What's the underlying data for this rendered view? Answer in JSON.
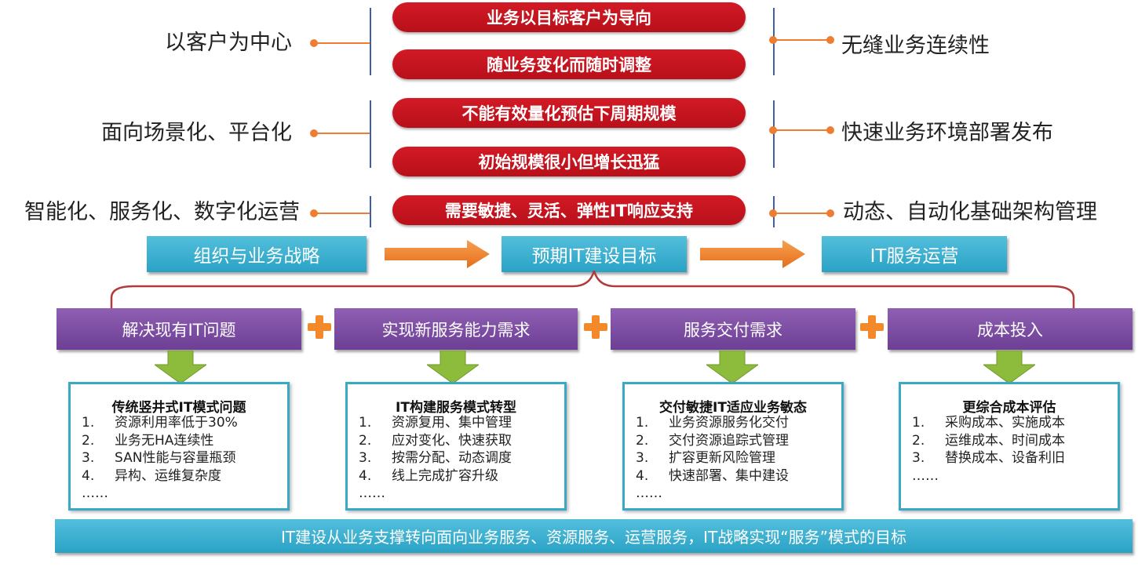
{
  "left_items": [
    "以客户为中心",
    "面向场景化、平台化",
    "智能化、服务化、数字化运营"
  ],
  "center_pills": [
    "业务以目标客户为导向",
    "随业务变化而随时调整",
    "不能有效量化预估下周期规模",
    "初始规模很小但增长迅猛",
    "需要敏捷、灵活、弹性IT响应支持"
  ],
  "right_items": [
    "无缝业务连续性",
    "快速业务环境部署发布",
    "动态、自动化基础架构管理"
  ],
  "flow": {
    "left_box": "组织与业务战略",
    "center_box": "预期IT建设目标",
    "right_box": "IT服务运营"
  },
  "requirements": [
    {
      "label": "解决现有IT问题",
      "card_title": "传统竖井式IT模式问题",
      "items": [
        {
          "num": "1.",
          "text": "资源利用率低于30%"
        },
        {
          "num": "2.",
          "text": "业务无HA连续性"
        },
        {
          "num": "3.",
          "text": "SAN性能与容量瓶颈"
        },
        {
          "num": "4.",
          "text": "异构、运维复杂度"
        }
      ],
      "ellipsis": "……"
    },
    {
      "label": "实现新服务能力需求",
      "card_title": "IT构建服务模式转型",
      "items": [
        {
          "num": "1.",
          "text": "资源复用、集中管理"
        },
        {
          "num": "2.",
          "text": "应对变化、快速获取"
        },
        {
          "num": "3.",
          "text": "按需分配、动态调度"
        },
        {
          "num": "4.",
          "text": "线上完成扩容升级"
        }
      ],
      "ellipsis": "……"
    },
    {
      "label": "服务交付需求",
      "card_title": "交付敏捷IT适应业务敏态",
      "items": [
        {
          "num": "1.",
          "text": "业务资源服务化交付"
        },
        {
          "num": "2.",
          "text": "交付资源追踪式管理"
        },
        {
          "num": "3.",
          "text": "扩容更新风险管理"
        },
        {
          "num": "4.",
          "text": "快速部署、集中建设"
        }
      ],
      "ellipsis": "……"
    },
    {
      "label": "成本投入",
      "card_title": "更综合成本评估",
      "items": [
        {
          "num": "1.",
          "text": "采购成本、实施成本"
        },
        {
          "num": "2.",
          "text": "运维成本、时间成本"
        },
        {
          "num": "3.",
          "text": "替换成本、设备利旧"
        }
      ],
      "ellipsis": "……"
    }
  ],
  "bottom_banner": "IT建设从业务支撑转向面向业务服务、资源服务、运营服务，IT战略实现“服务”模式的目标",
  "colors": {
    "pill_red": "#c8141e",
    "teal": "#33a9cb",
    "purple": "#7a4aa0",
    "orange": "#ee7d31",
    "green_arrow": "#8dbb3c",
    "divider_blue": "#3f5fa8"
  }
}
